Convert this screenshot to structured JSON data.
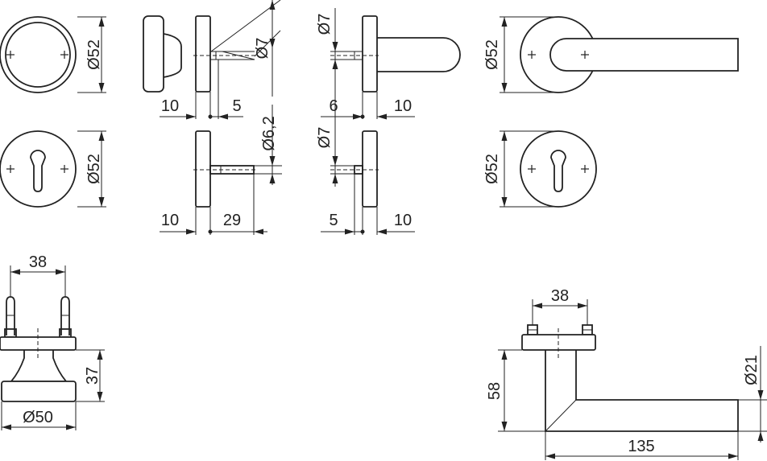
{
  "dimensions": {
    "rose_dia": "Ø52",
    "knob_spindle_dia": "Ø7",
    "knob_rose_thickness": "10",
    "knob_spindle_offset": "5",
    "lever_spindle_dia": "Ø7",
    "lever_spindle_offset": "6",
    "lever_rose_thickness": "10",
    "lever_front_dia": "Ø52",
    "escutcheon_dia": "Ø52",
    "cyl_screw_dia": "Ø6,2",
    "cyl_plate_thickness": "10",
    "cyl_screw_length": "29",
    "esc2_spindle_dia": "Ø7",
    "esc2_offset": "5",
    "esc2_thickness": "10",
    "esc_front_dia": "Ø52",
    "knob_bolt_spacing": "38",
    "knob_height": "37",
    "knob_dia": "Ø50",
    "lever_bolt_spacing": "38",
    "lever_height": "58",
    "lever_grip_dia": "Ø21",
    "lever_length": "135"
  }
}
